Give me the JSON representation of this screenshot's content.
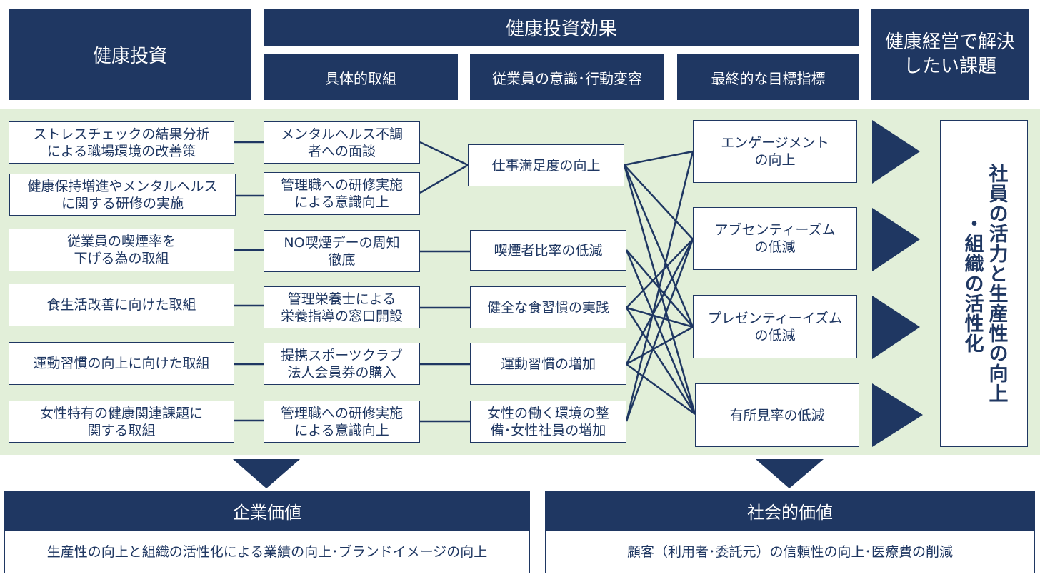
{
  "headers": {
    "investment": "健康投資",
    "effect": "健康投資効果",
    "issue": "健康経営で解決\nしたい課題",
    "concrete": "具体的取組",
    "behavior": "従業員の意識･行動変容",
    "final": "最終的な目標指標"
  },
  "investments": [
    "ストレスチェックの結果分析\nによる職場環境の改善策",
    "健康保持増進やメンタルヘルス\nに関する研修の実施",
    "従業員の喫煙率を\n下げる為の取組",
    "食生活改善に向けた取組",
    "運動習慣の向上に向けた取組",
    "女性特有の健康関連課題に\n関する取組"
  ],
  "measures": [
    "メンタルヘルス不調\n者への面談",
    "管理職への研修実施\nによる意識向上",
    "NO喫煙デーの周知\n徹底",
    "管理栄養士による\n栄養指導の窓口開設",
    "提携スポーツクラブ\n法人会員券の購入",
    "管理職への研修実施\nによる意識向上"
  ],
  "behaviors": [
    "仕事満足度の向上",
    "喫煙者比率の低減",
    "健全な食習慣の実践",
    "運動習慣の増加",
    "女性の働く環境の整\n備･女性社員の増加"
  ],
  "goals": [
    "エンゲージメント\nの向上",
    "アブセンティーズム\nの低減",
    "プレゼンティーイズム\nの低減",
    "有所見率の低減"
  ],
  "issue_text": "社員の活力と生産性の向上\n・組織の活性化",
  "values": {
    "corporate_title": "企業価値",
    "corporate_text": "生産性の向上と組織の活性化による業績の向上･ブランドイメージの向上",
    "social_title": "社会的価値",
    "social_text": "顧客（利用者･委託元）の信頼性の向上･医療費の削減"
  },
  "colors": {
    "navy": "#1f3762",
    "panel": "#e2efd9",
    "white": "#ffffff"
  }
}
